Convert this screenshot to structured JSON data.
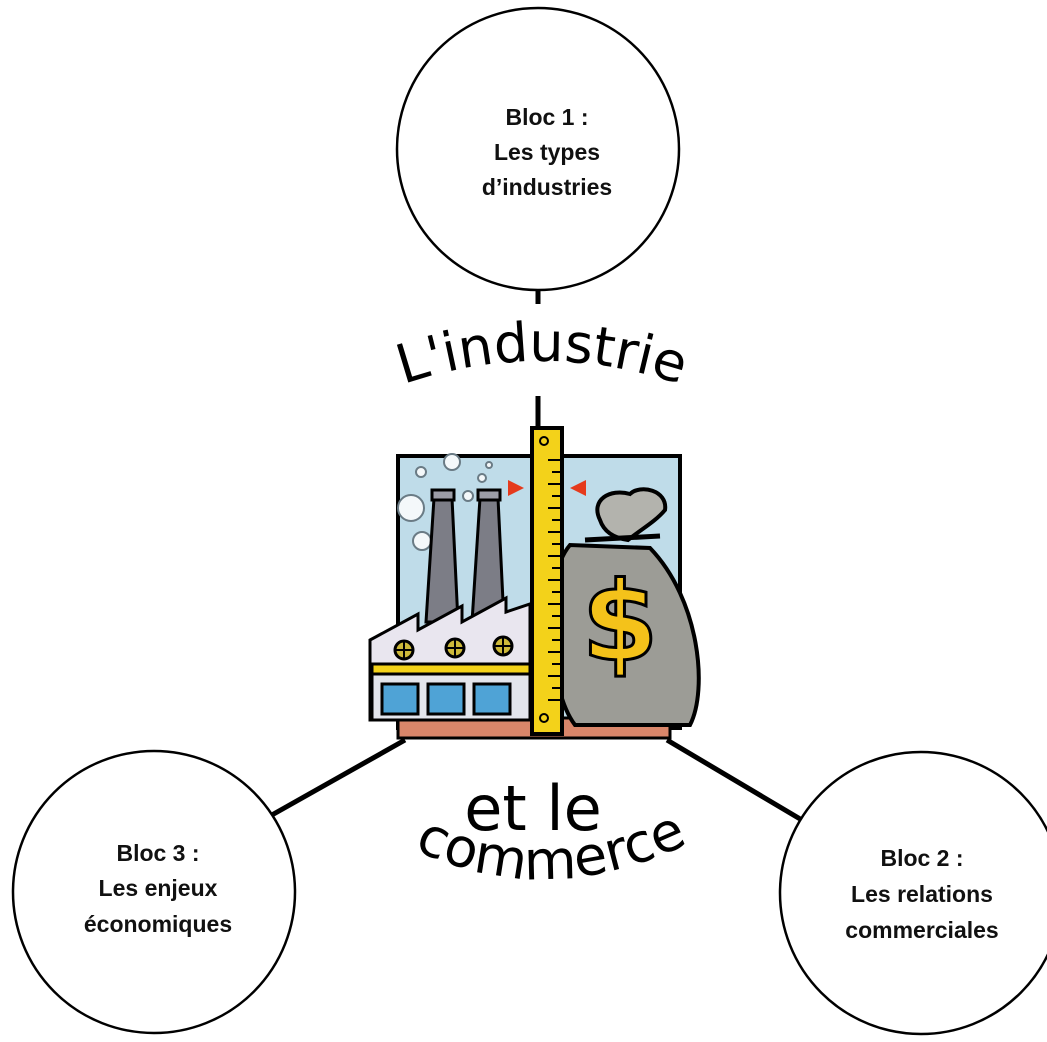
{
  "title": {
    "top": "L'industrie",
    "middle": "et le",
    "bottom": "commerce"
  },
  "blocs": [
    {
      "heading": "Bloc 1 :",
      "line1": "Les types",
      "line2": "d’industries"
    },
    {
      "heading": "Bloc 2 :",
      "line1": "Les relations",
      "line2": "commerciales"
    },
    {
      "heading": "Bloc 3 :",
      "line1": "Les enjeux",
      "line2": "économiques"
    }
  ],
  "illustration": {
    "icon": "factory-moneybag-ruler-icon",
    "money_symbol": "$"
  },
  "colors": {
    "sky": "#bfdce9",
    "ruler": "#f3d21a",
    "bag": "#9c9c96",
    "dollar": "#f4c21a",
    "marker": "#e53a1c",
    "ground": "#d9866a",
    "line": "#000000"
  }
}
